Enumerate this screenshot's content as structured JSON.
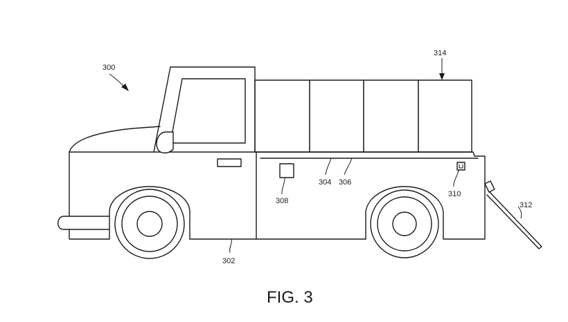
{
  "figure": {
    "caption": "FIG. 3",
    "labels": {
      "vehicle": "300",
      "chassis": "302",
      "rail_a": "304",
      "rail_b": "306",
      "box": "308",
      "device": "310",
      "ramp": "312",
      "cargo": "314"
    }
  }
}
